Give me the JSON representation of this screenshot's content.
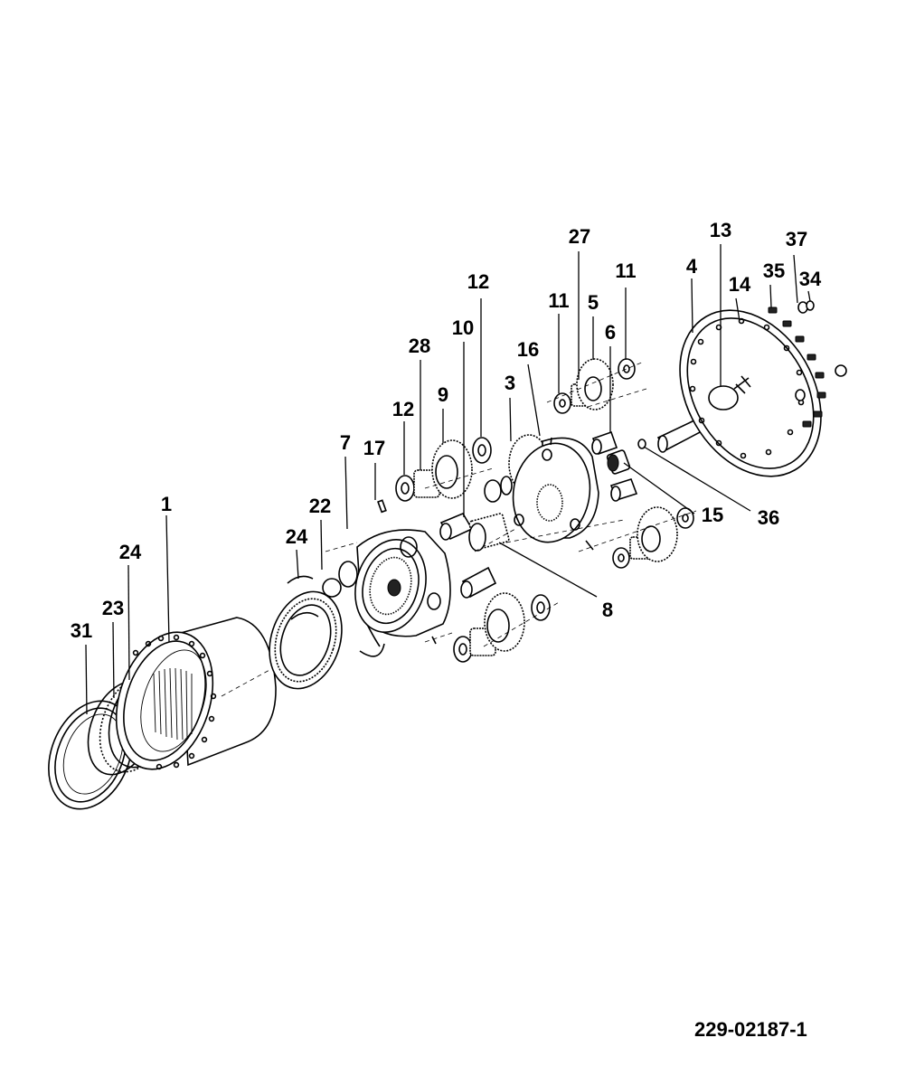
{
  "drawing_number": "229-02187-1",
  "callouts": [
    {
      "id": "c1",
      "label": "1"
    },
    {
      "id": "c24a",
      "label": "24"
    },
    {
      "id": "c23",
      "label": "23"
    },
    {
      "id": "c31",
      "label": "31"
    },
    {
      "id": "c24b",
      "label": "24"
    },
    {
      "id": "c22",
      "label": "22"
    },
    {
      "id": "c7",
      "label": "7"
    },
    {
      "id": "c17",
      "label": "17"
    },
    {
      "id": "c12a",
      "label": "12"
    },
    {
      "id": "c28",
      "label": "28"
    },
    {
      "id": "c9",
      "label": "9"
    },
    {
      "id": "c10",
      "label": "10"
    },
    {
      "id": "c12b",
      "label": "12"
    },
    {
      "id": "c3",
      "label": "3"
    },
    {
      "id": "c16",
      "label": "16"
    },
    {
      "id": "c11a",
      "label": "11"
    },
    {
      "id": "c27",
      "label": "27"
    },
    {
      "id": "c5",
      "label": "5"
    },
    {
      "id": "c6",
      "label": "6"
    },
    {
      "id": "c11b",
      "label": "11"
    },
    {
      "id": "c4",
      "label": "4"
    },
    {
      "id": "c13",
      "label": "13"
    },
    {
      "id": "c14",
      "label": "14"
    },
    {
      "id": "c35",
      "label": "35"
    },
    {
      "id": "c37",
      "label": "37"
    },
    {
      "id": "c34",
      "label": "34"
    },
    {
      "id": "c15",
      "label": "15"
    },
    {
      "id": "c36",
      "label": "36"
    },
    {
      "id": "c8",
      "label": "8"
    }
  ]
}
